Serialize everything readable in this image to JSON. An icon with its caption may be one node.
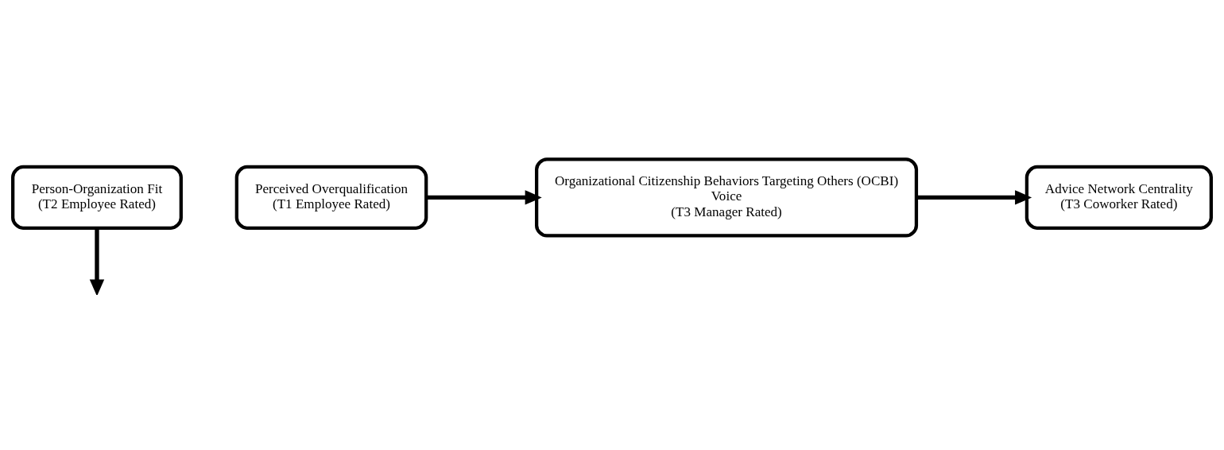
{
  "diagram": {
    "nodes": [
      {
        "text": [
          "Person-Organization Fit",
          "(T2 Employee Rated)"
        ]
      },
      {
        "text": [
          "Perceived Overqualification",
          "(T1 Employee Rated)"
        ]
      },
      {
        "text": [
          "Organizational Citizenship Behaviors Targeting Others (OCBI)",
          "Voice",
          "(T3 Manager Rated)"
        ]
      },
      {
        "text": [
          "Advice Network Centrality",
          "(T3 Coworker Rated)"
        ]
      }
    ],
    "edges": [
      {
        "from": 0,
        "to": null,
        "arrow": "to"
      },
      {
        "from": 1,
        "to": 2,
        "arrow": "to"
      },
      {
        "from": 2,
        "to": 3,
        "arrow": "to"
      }
    ]
  }
}
